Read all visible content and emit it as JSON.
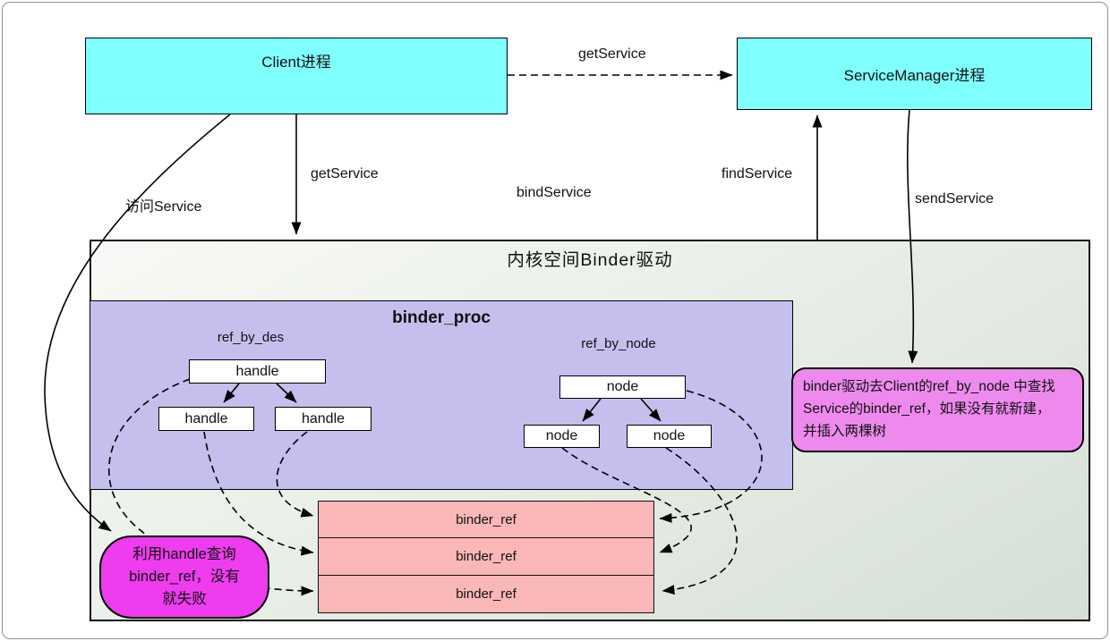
{
  "diagram": {
    "processes": {
      "client": {
        "label": "Client进程"
      },
      "service_manager": {
        "label": "ServiceManager进程"
      }
    },
    "kernel": {
      "title": "内核空间Binder驱动",
      "binder_proc": {
        "title": "binder_proc",
        "tree_left_label": "ref_by_des",
        "tree_right_label": "ref_by_node",
        "handles": [
          "handle",
          "handle",
          "handle"
        ],
        "nodes": [
          "node",
          "node",
          "node"
        ]
      },
      "binder_refs": [
        "binder_ref",
        "binder_ref",
        "binder_ref"
      ]
    },
    "edges": {
      "get_service_top": "getService",
      "get_service_down": "getService",
      "visit_service": "访问Service",
      "bind_service": "bindService",
      "find_service": "findService",
      "send_service": "sendService"
    },
    "notes": {
      "right": {
        "lines": [
          "binder驱动去Client的ref_by_node 中查找",
          "Service的binder_ref，如果没有就新建，",
          "并插入两棵树"
        ]
      },
      "left": {
        "lines": [
          "利用handle查询",
          "binder_ref，没有",
          "就失败"
        ]
      }
    }
  },
  "colors": {
    "cyan": "#80ffff",
    "purple": "#c5bfee",
    "pink": "#f9b7b7",
    "violet": "#ee8aee",
    "magenta": "#ee3cee",
    "kernel_top": "#f8f9f6",
    "kernel_bottom": "#d5dfd5"
  }
}
